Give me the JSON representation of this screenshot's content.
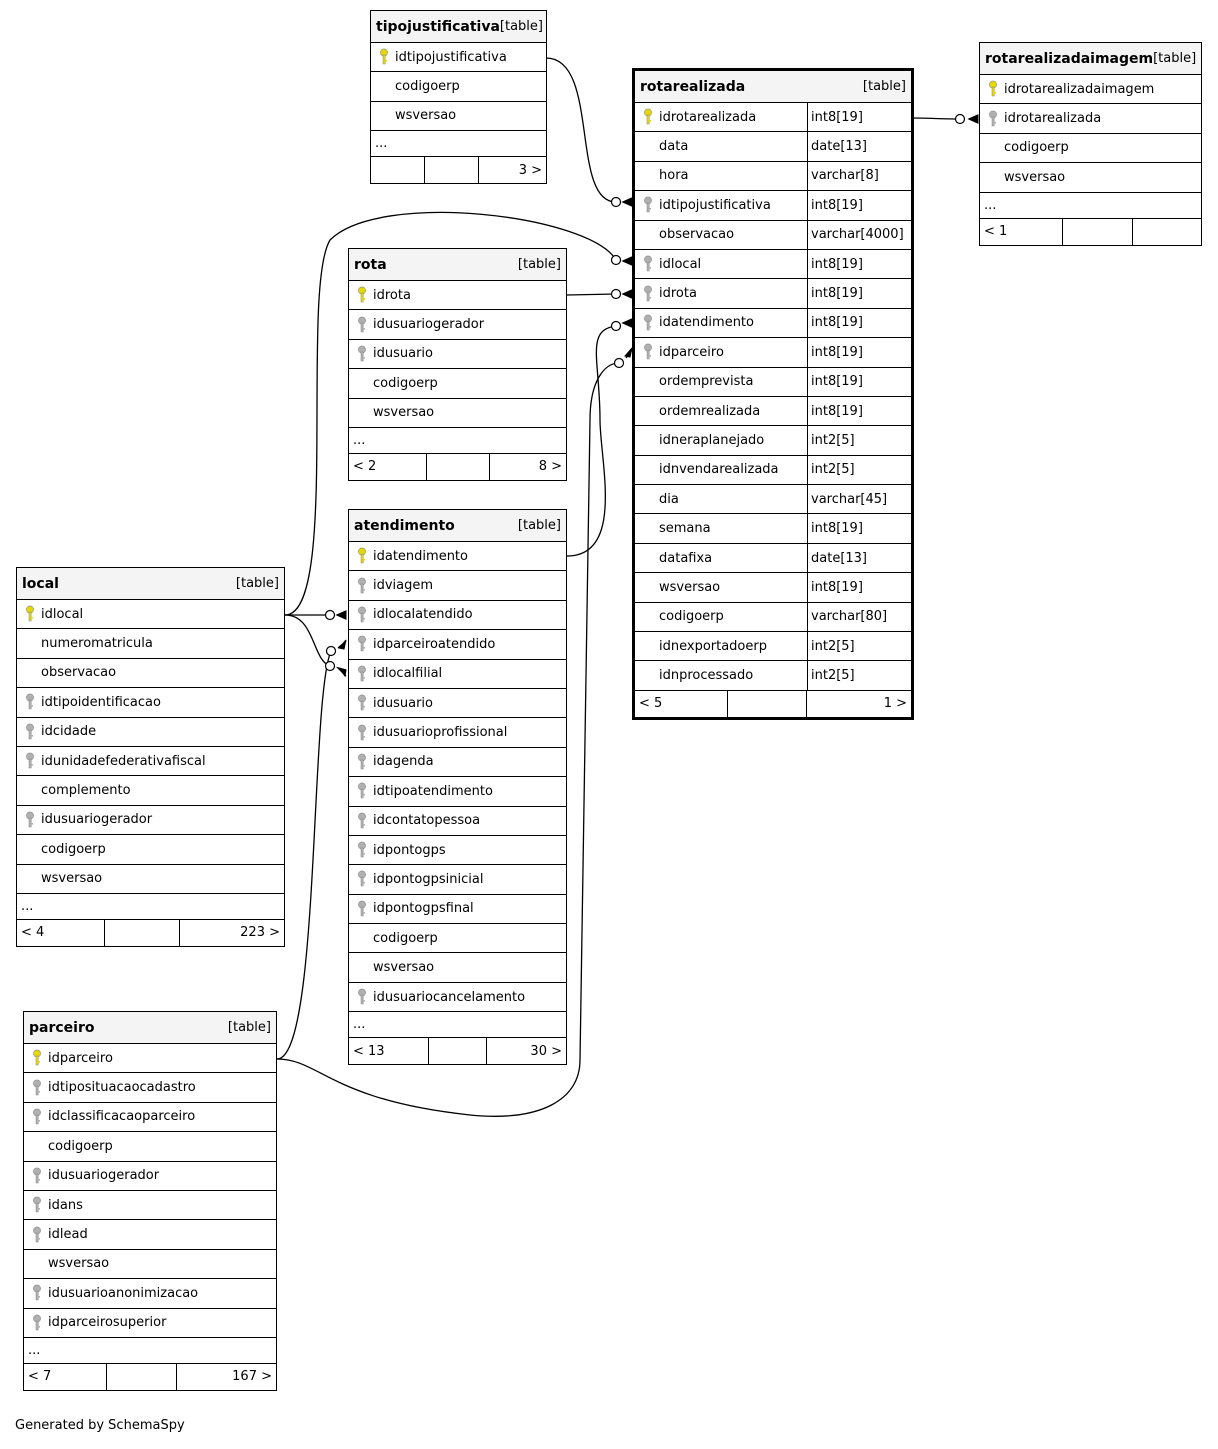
{
  "footer_text": "Generated by SchemaSpy",
  "table_tag": "[table]",
  "icons": {
    "primary_key": "primary-key-icon",
    "foreign_key": "foreign-key-icon"
  },
  "colors": {
    "primary_key": "#e6d800",
    "foreign_key": "#b0b0b0",
    "header_bg": "#f4f4f4"
  },
  "tables": {
    "tipojustificativa": {
      "name": "tipojustificativa",
      "columns": [
        {
          "name": "idtipojustificativa",
          "key": "pk"
        },
        {
          "name": "codigoerp",
          "key": ""
        },
        {
          "name": "wsversao",
          "key": ""
        }
      ],
      "ellipsis": "...",
      "footer": [
        "",
        "",
        "3 >"
      ]
    },
    "rota": {
      "name": "rota",
      "columns": [
        {
          "name": "idrota",
          "key": "pk"
        },
        {
          "name": "idusuariogerador",
          "key": "fk"
        },
        {
          "name": "idusuario",
          "key": "fk"
        },
        {
          "name": "codigoerp",
          "key": ""
        },
        {
          "name": "wsversao",
          "key": ""
        }
      ],
      "ellipsis": "...",
      "footer": [
        "< 2",
        "",
        "8 >"
      ]
    },
    "atendimento": {
      "name": "atendimento",
      "columns": [
        {
          "name": "idatendimento",
          "key": "pk"
        },
        {
          "name": "idviagem",
          "key": "fk"
        },
        {
          "name": "idlocalatendido",
          "key": "fk"
        },
        {
          "name": "idparceiroatendido",
          "key": "fk"
        },
        {
          "name": "idlocalfilial",
          "key": "fk"
        },
        {
          "name": "idusuario",
          "key": "fk"
        },
        {
          "name": "idusuarioprofissional",
          "key": "fk"
        },
        {
          "name": "idagenda",
          "key": "fk"
        },
        {
          "name": "idtipoatendimento",
          "key": "fk"
        },
        {
          "name": "idcontatopessoa",
          "key": "fk"
        },
        {
          "name": "idpontogps",
          "key": "fk"
        },
        {
          "name": "idpontogpsinicial",
          "key": "fk"
        },
        {
          "name": "idpontogpsfinal",
          "key": "fk"
        },
        {
          "name": "codigoerp",
          "key": ""
        },
        {
          "name": "wsversao",
          "key": ""
        },
        {
          "name": "idusuariocancelamento",
          "key": "fk"
        }
      ],
      "ellipsis": "...",
      "footer": [
        "< 13",
        "",
        "30 >"
      ]
    },
    "local": {
      "name": "local",
      "columns": [
        {
          "name": "idlocal",
          "key": "pk"
        },
        {
          "name": "numeromatricula",
          "key": ""
        },
        {
          "name": "observacao",
          "key": ""
        },
        {
          "name": "idtipoidentificacao",
          "key": "fk"
        },
        {
          "name": "idcidade",
          "key": "fk"
        },
        {
          "name": "idunidadefederativafiscal",
          "key": "fk"
        },
        {
          "name": "complemento",
          "key": ""
        },
        {
          "name": "idusuariogerador",
          "key": "fk"
        },
        {
          "name": "codigoerp",
          "key": ""
        },
        {
          "name": "wsversao",
          "key": ""
        }
      ],
      "ellipsis": "...",
      "footer": [
        "< 4",
        "",
        "223 >"
      ]
    },
    "parceiro": {
      "name": "parceiro",
      "columns": [
        {
          "name": "idparceiro",
          "key": "pk"
        },
        {
          "name": "idtiposituacaocadastro",
          "key": "fk"
        },
        {
          "name": "idclassificacaoparceiro",
          "key": "fk"
        },
        {
          "name": "codigoerp",
          "key": ""
        },
        {
          "name": "idusuariogerador",
          "key": "fk"
        },
        {
          "name": "idans",
          "key": "fk"
        },
        {
          "name": "idlead",
          "key": "fk"
        },
        {
          "name": "wsversao",
          "key": ""
        },
        {
          "name": "idusuarioanonimizacao",
          "key": "fk"
        },
        {
          "name": "idparceirosuperior",
          "key": "fk"
        }
      ],
      "ellipsis": "...",
      "footer": [
        "< 7",
        "",
        "167 >"
      ]
    },
    "rotarealizada": {
      "name": "rotarealizada",
      "columns": [
        {
          "name": "idrotarealizada",
          "key": "pk",
          "type": "int8[19]"
        },
        {
          "name": "data",
          "key": "",
          "type": "date[13]"
        },
        {
          "name": "hora",
          "key": "",
          "type": "varchar[8]"
        },
        {
          "name": "idtipojustificativa",
          "key": "fk",
          "type": "int8[19]"
        },
        {
          "name": "observacao",
          "key": "",
          "type": "varchar[4000]"
        },
        {
          "name": "idlocal",
          "key": "fk",
          "type": "int8[19]"
        },
        {
          "name": "idrota",
          "key": "fk",
          "type": "int8[19]"
        },
        {
          "name": "idatendimento",
          "key": "fk",
          "type": "int8[19]"
        },
        {
          "name": "idparceiro",
          "key": "fk",
          "type": "int8[19]"
        },
        {
          "name": "ordemprevista",
          "key": "",
          "type": "int8[19]"
        },
        {
          "name": "ordemrealizada",
          "key": "",
          "type": "int8[19]"
        },
        {
          "name": "idneraplanejado",
          "key": "",
          "type": "int2[5]"
        },
        {
          "name": "idnvendarealizada",
          "key": "",
          "type": "int2[5]"
        },
        {
          "name": "dia",
          "key": "",
          "type": "varchar[45]"
        },
        {
          "name": "semana",
          "key": "",
          "type": "int8[19]"
        },
        {
          "name": "datafixa",
          "key": "",
          "type": "date[13]"
        },
        {
          "name": "wsversao",
          "key": "",
          "type": "int8[19]"
        },
        {
          "name": "codigoerp",
          "key": "",
          "type": "varchar[80]"
        },
        {
          "name": "idnexportadoerp",
          "key": "",
          "type": "int2[5]"
        },
        {
          "name": "idnprocessado",
          "key": "",
          "type": "int2[5]"
        }
      ],
      "footer": [
        "< 5",
        "",
        "1 >"
      ]
    },
    "rotarealizadaimagem": {
      "name": "rotarealizadaimagem",
      "columns": [
        {
          "name": "idrotarealizadaimagem",
          "key": "pk"
        },
        {
          "name": "idrotarealizada",
          "key": "fk"
        },
        {
          "name": "codigoerp",
          "key": ""
        },
        {
          "name": "wsversao",
          "key": ""
        }
      ],
      "ellipsis": "...",
      "footer": [
        "< 1",
        "",
        ""
      ]
    }
  }
}
